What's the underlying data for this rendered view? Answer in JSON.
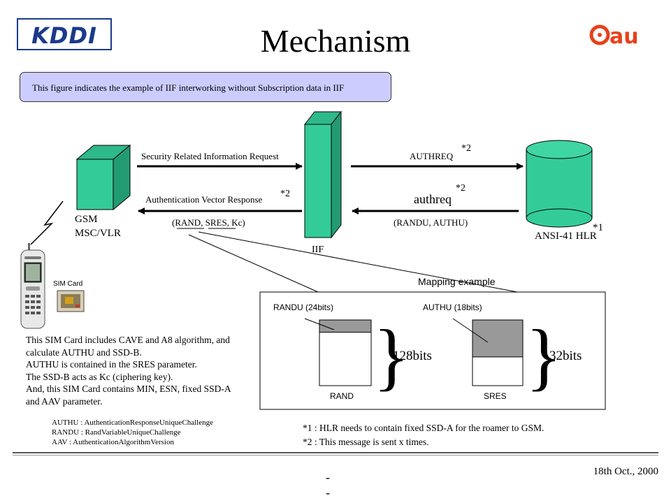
{
  "slide": {
    "title": "Mechanism",
    "logos": {
      "left": "KDDI",
      "right": "au"
    },
    "note": "This figure indicates the example of IIF interworking without Subscription data in IIF",
    "date": "18th Oct., 2000",
    "page_marker": "-\n-"
  },
  "nodes": {
    "msc_label_line1": "GSM",
    "msc_label_line2": "MSC/VLR",
    "iif_label": "IIF",
    "hlr_label": "ANSI-41 HLR",
    "hlr_star": "*1",
    "sim_label": "SIM Card"
  },
  "messages": {
    "sec_request": "Security Related Information Request",
    "authreq_upper": "AUTHREQ",
    "authreq_upper_star": "*2",
    "auth_vector_response": "Authentication Vector Response",
    "auth_vector_star": "*2",
    "authreq_lower": "authreq",
    "authreq_lower_star": "*2",
    "left_params": "(RAND, SRES, Kc)",
    "right_params": "(RANDU, AUTHU)"
  },
  "mapping": {
    "title": "Mapping example",
    "randu_label": "RANDU (24bits)",
    "authu_label": "AUTHU (18bits)",
    "rand_size": "128bits",
    "sres_size": "32bits",
    "rand_label": "RAND",
    "sres_label": "SRES",
    "rand_fill_fraction": 0.1875,
    "sres_fill_fraction": 0.5625
  },
  "description": [
    "This SIM Card includes CAVE and A8 algorithm, and",
    "calculate AUTHU and SSD-B.",
    "AUTHU is contained in the SRES parameter.",
    "The SSD-B acts as Kc (ciphering key).",
    "And, this SIM Card contains MIN, ESN, fixed SSD-A",
    "and AAV parameter."
  ],
  "abbreviations": [
    "AUTHU : AuthenticationResponseUniqueChallenge",
    "RANDU : RandVariableUniqueChallenge",
    "AAV : AuthenticationAlgorithmVersion"
  ],
  "footnotes": [
    "*1 : HLR needs to contain fixed SSD-A for the roamer to GSM.",
    "*2 : This message is sent x times."
  ],
  "colors": {
    "node_green": "#33cc99",
    "node_green_dark": "#2aa87e",
    "note_fill": "#ccccff",
    "gray_fill": "#999999"
  }
}
